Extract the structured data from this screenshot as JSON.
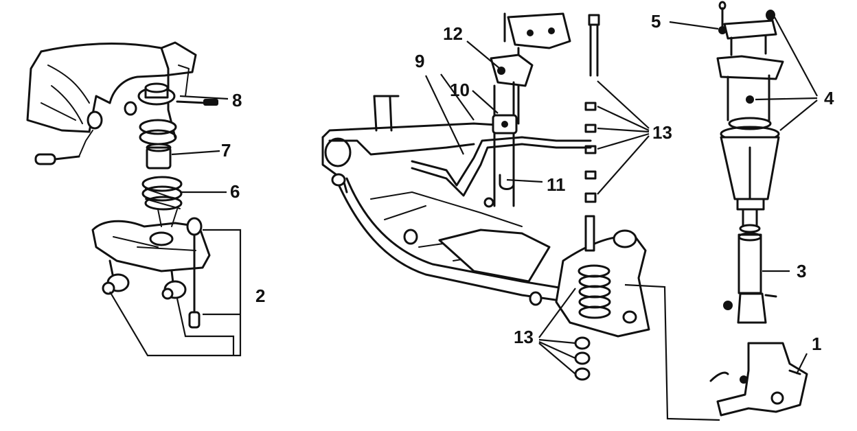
{
  "callouts": {
    "c1": "1",
    "c2": "2",
    "c3": "3",
    "c4": "4",
    "c5": "5",
    "c6": "6",
    "c7": "7",
    "c8": "8",
    "c9": "9",
    "c10": "10",
    "c11": "11",
    "c12": "12",
    "c13a": "13",
    "c13b": "13"
  }
}
